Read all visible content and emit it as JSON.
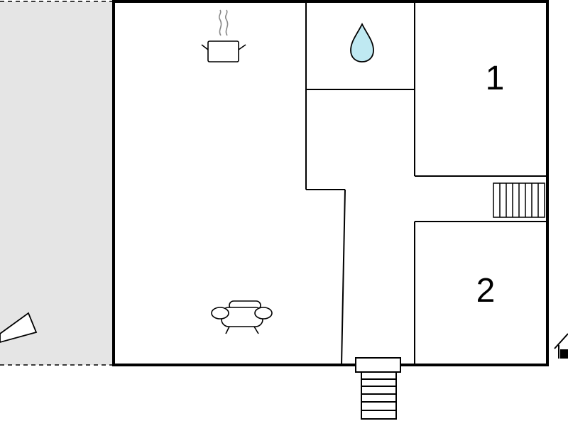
{
  "floorplan": {
    "rooms": [
      {
        "id": "bedroom-1",
        "label": "1"
      },
      {
        "id": "bedroom-2",
        "label": "2"
      }
    ],
    "icons": [
      {
        "name": "cooking-pot-icon",
        "meaning": "kitchen"
      },
      {
        "name": "water-drop-icon",
        "meaning": "bathroom"
      },
      {
        "name": "armchair-icon",
        "meaning": "living-room"
      },
      {
        "name": "stairs-icon",
        "meaning": "interior-stairs"
      },
      {
        "name": "entrance-steps-icon",
        "meaning": "entrance"
      }
    ],
    "colors": {
      "wall": "#000000",
      "terrace": "#e5e5e5",
      "water": "#bfe9f2",
      "background": "#ffffff"
    }
  }
}
